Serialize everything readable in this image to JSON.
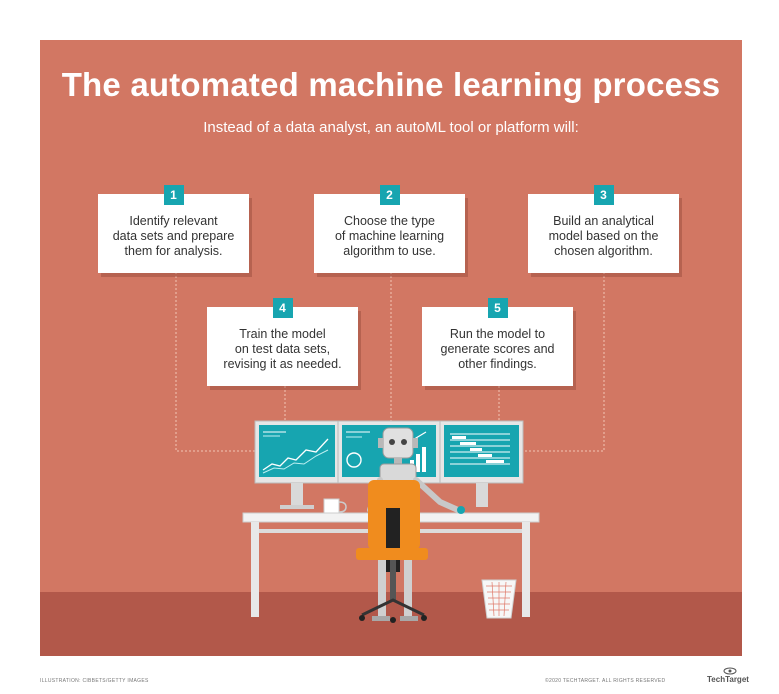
{
  "title": "The automated machine learning process",
  "subtitle": "Instead of a data analyst, an autoML tool or platform will:",
  "steps": [
    {
      "number": "1",
      "text": "Identify relevant\ndata sets and prepare\nthem for analysis."
    },
    {
      "number": "2",
      "text": "Choose the type\nof machine learning\nalgorithm to use."
    },
    {
      "number": "3",
      "text": "Build an analytical\nmodel based on the\nchosen algorithm."
    },
    {
      "number": "4",
      "text": "Train the model\non test data sets,\nrevising it as needed."
    },
    {
      "number": "5",
      "text": "Run the model to\ngenerate scores and\nother findings."
    }
  ],
  "credits": {
    "illustration": "ILLUSTRATION: CIBBETS/GETTY IMAGES",
    "copyright": "©2020 TECHTARGET. ALL RIGHTS RESERVED",
    "brand": "TechTarget"
  },
  "colors": {
    "background": "#d27763",
    "floor": "#b2584a",
    "accent": "#17a5b0",
    "card": "#ffffff",
    "chair": "#f08c1e"
  },
  "icons": [
    "monitor-icon",
    "robot-icon",
    "chart-icon",
    "coffee-mug-icon",
    "wastebasket-icon",
    "eye-icon"
  ]
}
